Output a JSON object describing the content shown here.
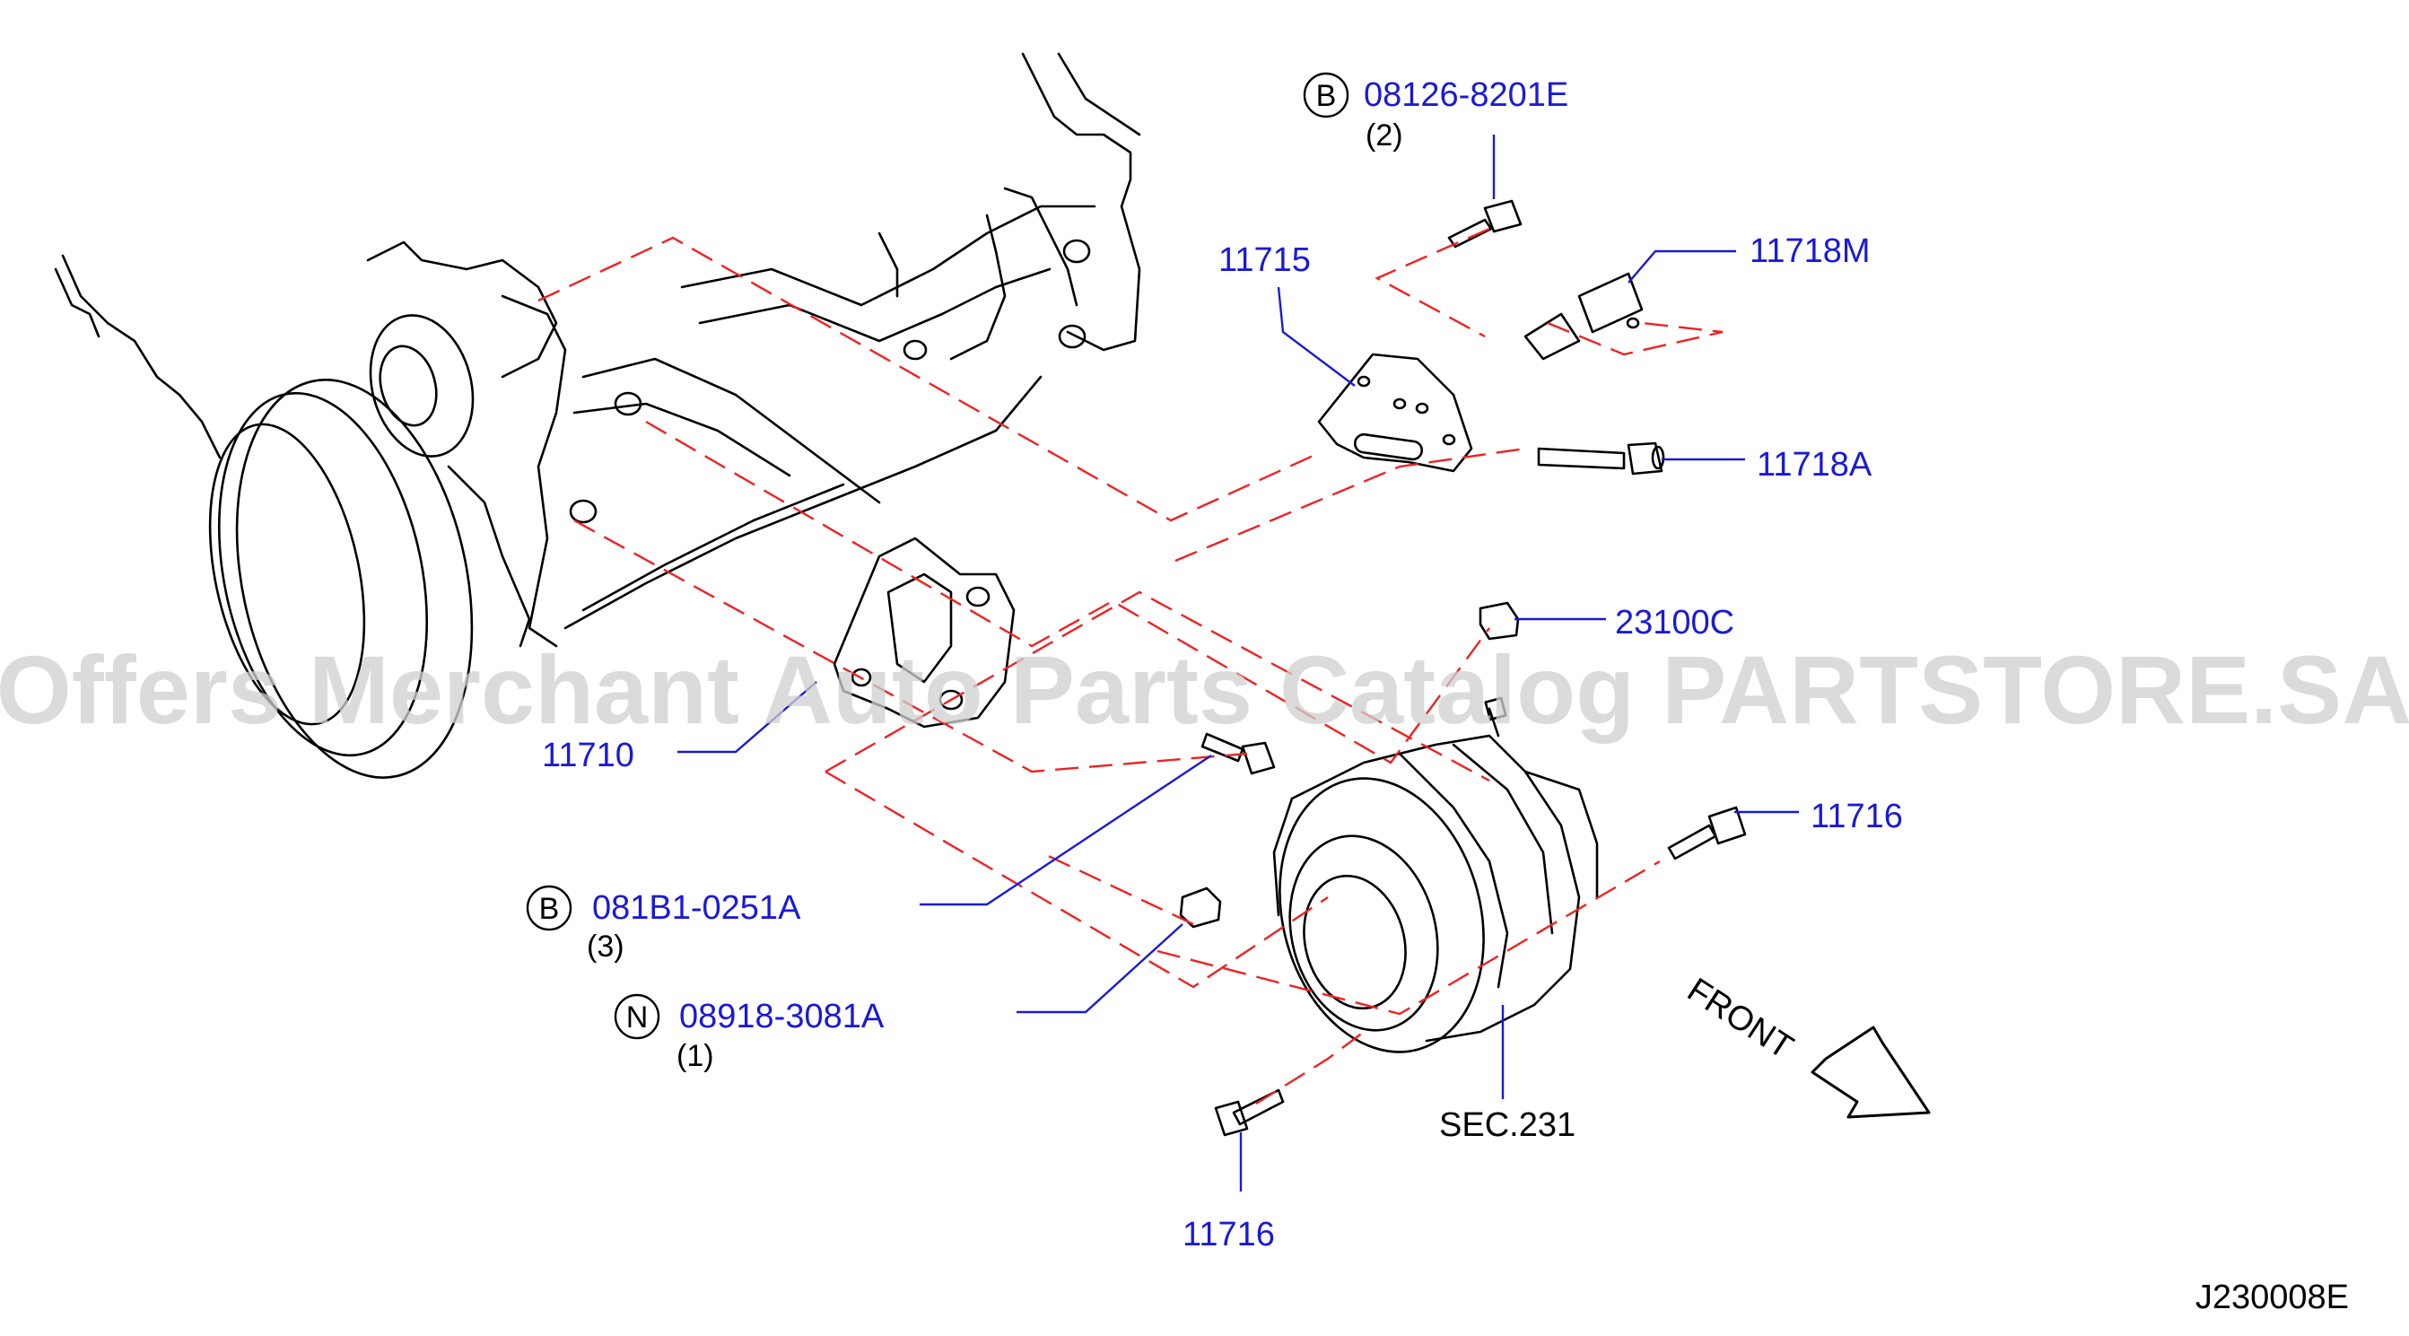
{
  "diagram": {
    "watermark": "Offers Merchant Auto Parts Catalog PARTSTORE.SA",
    "drawing_id": "J230008E",
    "front_label": "FRONT",
    "colors": {
      "part_number": "#1a1ad6",
      "leader_line": "#1a1ad6",
      "phantom_line": "#ee2222",
      "drawing": "#000000",
      "watermark": "#d0d0d0"
    },
    "callouts": [
      {
        "id": "bolt_b_top",
        "badge": "B",
        "part": "08126-8201E",
        "qty": "(2)"
      },
      {
        "id": "bracket_11715",
        "badge": "",
        "part": "11715",
        "qty": ""
      },
      {
        "id": "stud_11718m",
        "badge": "",
        "part": "11718M",
        "qty": ""
      },
      {
        "id": "bolt_11718a",
        "badge": "",
        "part": "11718A",
        "qty": ""
      },
      {
        "id": "nut_23100c",
        "badge": "",
        "part": "23100C",
        "qty": ""
      },
      {
        "id": "bracket_11710",
        "badge": "",
        "part": "11710",
        "qty": ""
      },
      {
        "id": "bolt_11716_r",
        "badge": "",
        "part": "11716",
        "qty": ""
      },
      {
        "id": "bolt_b_mid",
        "badge": "B",
        "part": "081B1-0251A",
        "qty": "(3)"
      },
      {
        "id": "nut_n",
        "badge": "N",
        "part": "08918-3081A",
        "qty": "(1)"
      },
      {
        "id": "sec_231",
        "badge": "",
        "part": "SEC.231",
        "qty": ""
      },
      {
        "id": "bolt_11716_b",
        "badge": "",
        "part": "11716",
        "qty": ""
      }
    ]
  }
}
